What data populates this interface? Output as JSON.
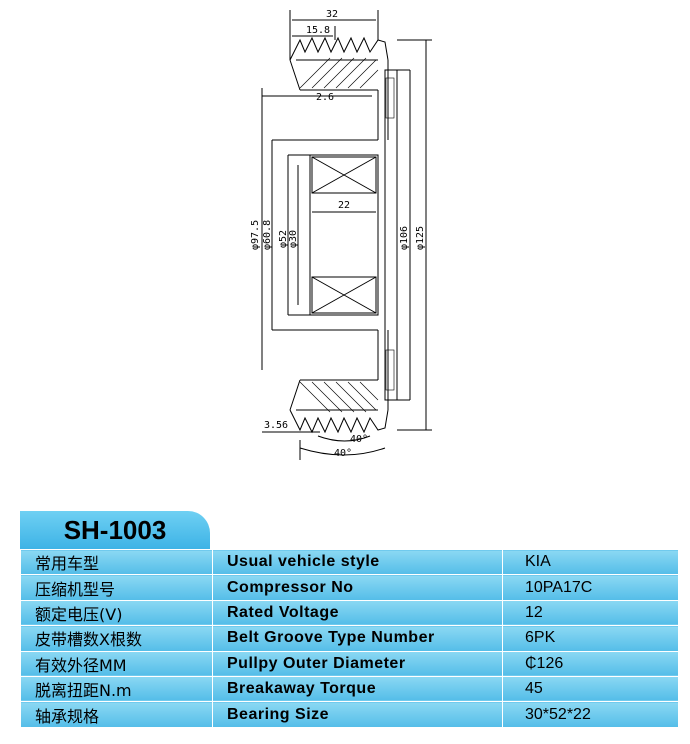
{
  "drawing": {
    "dims": {
      "total_width": "32",
      "groove_width": "15.8",
      "offset": "2.6",
      "d97": "φ97.5",
      "d60": "φ60.8",
      "d52": "φ52",
      "d30": "φ30",
      "bearing_width": "22",
      "d106": "φ106",
      "d125": "φ125",
      "groove_pitch": "3.56",
      "angle_inner": "40°",
      "angle_outer": "40°"
    }
  },
  "spec": {
    "model": "SH-1003",
    "rows": [
      {
        "cn": "常用车型",
        "en": "Usual vehicle style",
        "value": "KIA"
      },
      {
        "cn": "压缩机型号",
        "en": "Compressor No",
        "value": "10PA17C"
      },
      {
        "cn": "额定电压(V)",
        "en": "Rated Voltage",
        "value": "12"
      },
      {
        "cn": "皮带槽数X根数",
        "en": "Belt Groove Type Number",
        "value": "6PK"
      },
      {
        "cn": "有效外径MM",
        "en": "Pullpy Outer Diameter",
        "value": "₵126"
      },
      {
        "cn": "脱离扭距N.m",
        "en": "Breakaway Torque",
        "value": "45"
      },
      {
        "cn": "轴承规格",
        "en": "Bearing Size",
        "value": "30*52*22"
      }
    ]
  }
}
